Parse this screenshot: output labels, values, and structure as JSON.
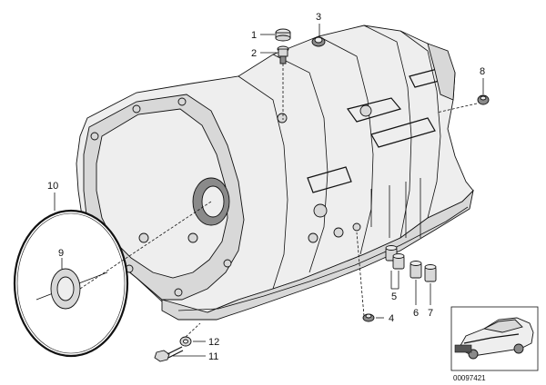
{
  "diagram": {
    "callouts": {
      "c1": "1",
      "c2": "2",
      "c3": "3",
      "c4": "4",
      "c5": "5",
      "c6": "6",
      "c7": "7",
      "c8": "8",
      "c9": "9",
      "c10": "10",
      "c11": "11",
      "c12": "12"
    },
    "reference_number": "00097421"
  }
}
